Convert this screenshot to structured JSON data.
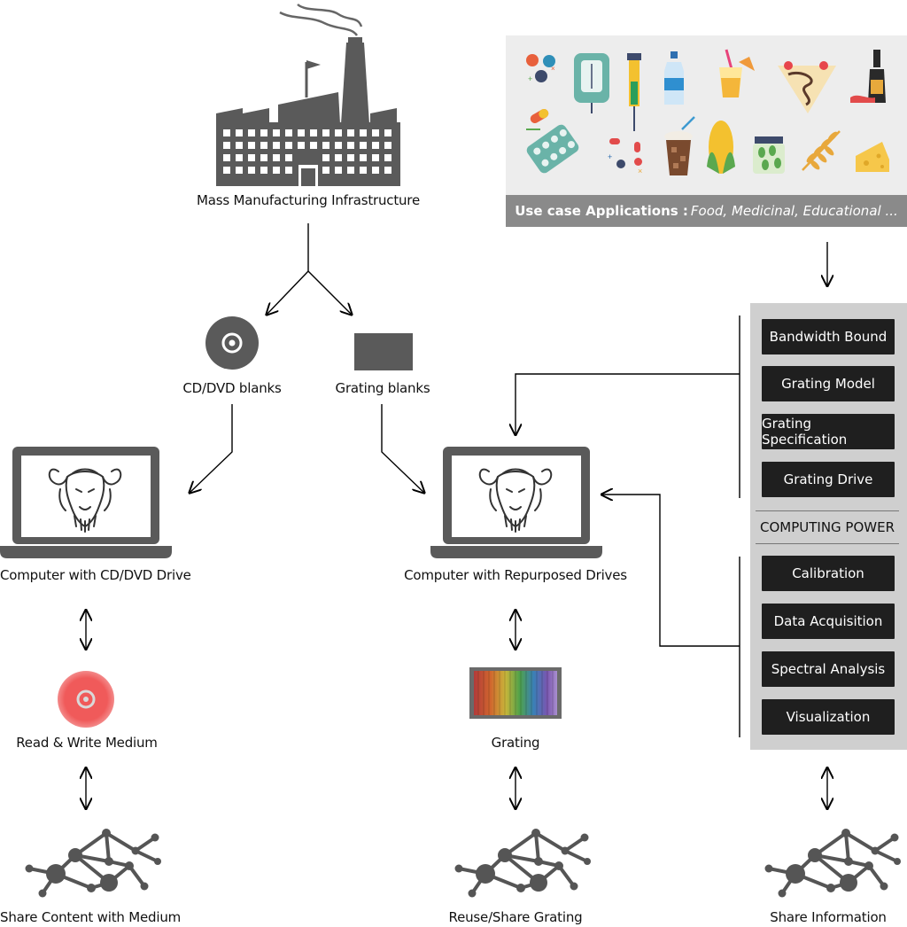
{
  "factory": {
    "label": "Mass Manufacturing Infrastructure"
  },
  "blanks": {
    "cd_label": "CD/DVD blanks",
    "grating_label": "Grating blanks"
  },
  "computers": {
    "left_label": "Computer with CD/DVD Drive",
    "center_label": "Computer with Repurposed Drives"
  },
  "media": {
    "read_write_label": "Read & Write Medium",
    "grating_label": "Grating"
  },
  "networks": {
    "left_label": "Share Content with Medium",
    "center_label": "Reuse/Share Grating",
    "right_label": "Share Information"
  },
  "usecase": {
    "title": "Use case Applications :",
    "examples": "Food, Medicinal, Educational ..."
  },
  "computing": {
    "top_blocks": [
      "Bandwidth Bound",
      "Grating Model",
      "Grating Specification",
      "Grating Drive"
    ],
    "center_label": "COMPUTING POWER",
    "bottom_blocks": [
      "Calibration",
      "Data Acquisition",
      "Spectral Analysis",
      "Visualization"
    ]
  },
  "colors": {
    "icon_gray": "#5a5a5a",
    "panel_gray": "#cfcfcf",
    "banner_gray": "#8a8a8a",
    "block_dark": "#1f1f1f",
    "disc_red": "#f05a5a"
  }
}
